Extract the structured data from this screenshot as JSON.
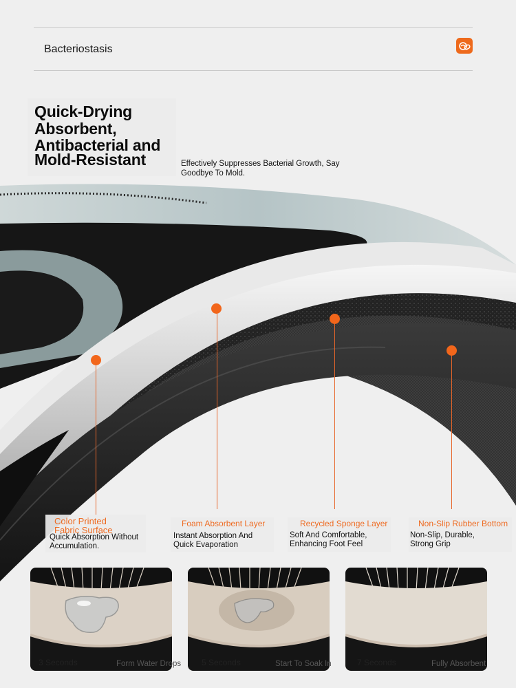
{
  "header": {
    "title": "Bacteriostasis",
    "badge_icon": "antibacterial-icon"
  },
  "headline": {
    "lines": [
      "Quick-Drying",
      "Absorbent,",
      "Antibacterial and",
      "Mold-Resistant"
    ]
  },
  "subtitle": "Effectively Suppresses Bacterial Growth, Say Goodbye To Mold.",
  "layers": [
    {
      "title": "Color Printed Fabric Surface",
      "desc": "Quick Absorption Without Accumulation."
    },
    {
      "title": "Foam Absorbent Layer",
      "desc": "Instant Absorption And Quick Evaporation"
    },
    {
      "title": "Recycled Sponge Layer",
      "desc": "Soft And Comfortable, Enhancing Foot Feel"
    },
    {
      "title": "Non-Slip Rubber Bottom",
      "desc": "Non-Slip, Durable, Strong Grip"
    }
  ],
  "stages": [
    {
      "time": "3 Seconds",
      "caption": "Form Water Drops"
    },
    {
      "time": "5 Seconds",
      "caption": "Start To Soak In"
    },
    {
      "time": "7 Seconds",
      "caption": "Fully Absorbent"
    }
  ],
  "colors": {
    "accent": "#f2661b",
    "background": "#efefef",
    "mat_dark": "#1c1c1c"
  }
}
